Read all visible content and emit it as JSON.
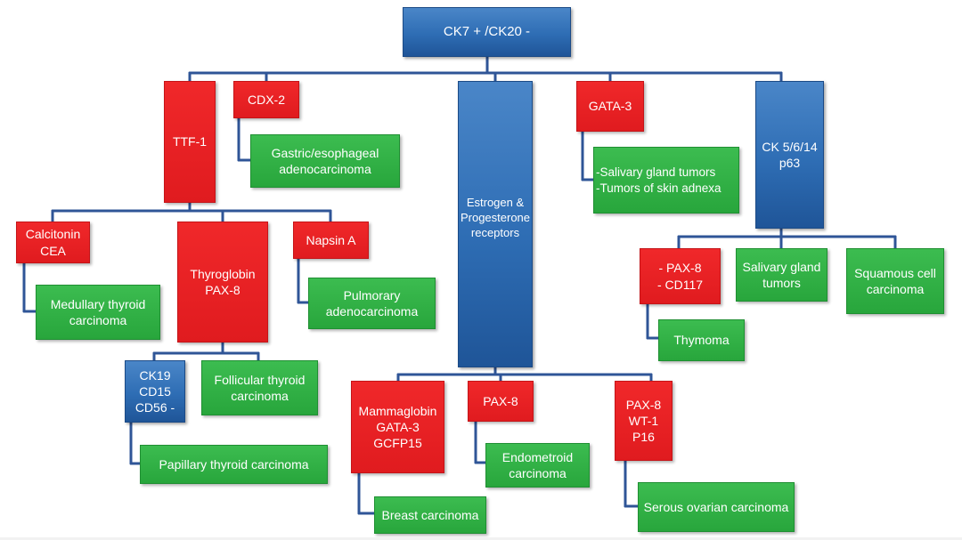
{
  "diagram": {
    "root": {
      "label": "CK7 + /CK20 -"
    },
    "ttf1": {
      "label": "TTF-1"
    },
    "cdx2": {
      "label": "CDX-2"
    },
    "gastric": {
      "label": "Gastric/esophageal\nadenocarcinoma"
    },
    "estrogen": {
      "label": "Estrogen &\nProgesterone\nreceptors"
    },
    "gata3": {
      "label": "GATA-3"
    },
    "salivary_skin": {
      "label": "-Salivary gland tumors\n-Tumors of skin adnexa"
    },
    "ck5": {
      "label": "CK 5/6/14\np63"
    },
    "calcitonin": {
      "label": "Calcitonin\nCEA"
    },
    "medullary": {
      "label": "Medullary thyroid\ncarcinoma"
    },
    "thyroglobin": {
      "label": "Thyroglobin\nPAX-8"
    },
    "napsin": {
      "label": "Napsin A"
    },
    "pulmonary": {
      "label": "Pulmorary\nadenocarcinoma"
    },
    "ck19": {
      "label": "CK19\nCD15\nCD56 -"
    },
    "follicular": {
      "label": "Follicular thyroid\ncarcinoma"
    },
    "papillary": {
      "label": "Papillary thyroid carcinoma"
    },
    "mammaglobin": {
      "label": "Mammaglobin\nGATA-3\nGCFP15"
    },
    "breast": {
      "label": "Breast carcinoma"
    },
    "pax8_endo": {
      "label": "PAX-8"
    },
    "endometroid": {
      "label": "Endometroid\ncarcinoma"
    },
    "pax8_wt1": {
      "label": "PAX-8\nWT-1\nP16"
    },
    "serous": {
      "label": "Serous ovarian carcinoma"
    },
    "pax8_cd117": {
      "label": "- PAX-8\n- CD117"
    },
    "thymoma": {
      "label": "Thymoma"
    },
    "salivary": {
      "label": "Salivary gland\ntumors"
    },
    "squamous": {
      "label": "Squamous cell\ncarcinoma"
    }
  },
  "colors": {
    "blue": "#2e6db4",
    "red": "#e01b1f",
    "green": "#28a63c",
    "connector": "#2f5597"
  }
}
